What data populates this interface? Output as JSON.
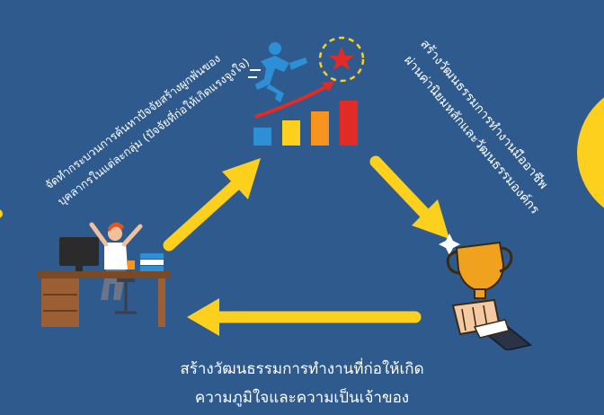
{
  "colors": {
    "background": "#2f5a8e",
    "arrow": "#fcd01c",
    "text": "#ffffff",
    "circle": "#fcd01c"
  },
  "left_text": {
    "line1": "จัดทำกระบวนการค้นหาปัจจัยสร้างผูกพันของ",
    "line2": "บุคลากรในแต่ละกลุ่ม (ปัจจัยที่ก่อให้เกิดแรงจูงใจ)"
  },
  "right_text": {
    "line1": "สร้างวัฒนธรรมการทำงานมืออาชีพ",
    "line2": "ผ่านค่านิยมหลักและวัฒนธรรมองค์กร"
  },
  "bottom_text": {
    "line1": "สร้างวัฒนธรรมการทำงานที่ก่อให้เกิด",
    "line2": "ความภูมิใจและความเป็นเจ้าของ"
  },
  "icons": {
    "top": "growth-chart-runner-icon",
    "left": "happy-office-worker-icon",
    "right": "trophy-hand-icon"
  }
}
